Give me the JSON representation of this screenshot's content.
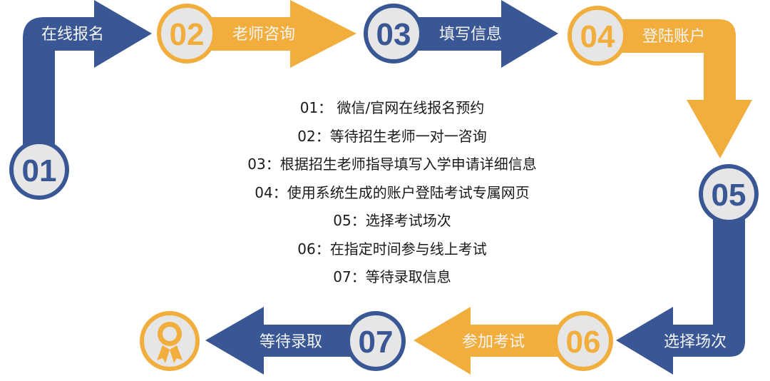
{
  "colors": {
    "blue": "#3a5795",
    "orange": "#f2ae3d",
    "circle": "#e6e6e6"
  },
  "steps": [
    {
      "num": "01",
      "label": "在线报名"
    },
    {
      "num": "02",
      "label": "老师咨询"
    },
    {
      "num": "03",
      "label": "填写信息"
    },
    {
      "num": "04",
      "label": "登陆账户"
    },
    {
      "num": "05",
      "label": "选择场次"
    },
    {
      "num": "06",
      "label": "参加考试"
    },
    {
      "num": "07",
      "label": "等待录取"
    }
  ],
  "final_icon": "award-ribbon-icon",
  "details": [
    "01： 微信/官网在线报名预约",
    "02：等待招生老师一对一咨询",
    "03：根据招生老师指导填写入学申请详细信息",
    "04：使用系统生成的账户登陆考试专属网页",
    "05：选择考试场次",
    "06：在指定时间参与线上考试",
    "07：等待录取信息"
  ]
}
